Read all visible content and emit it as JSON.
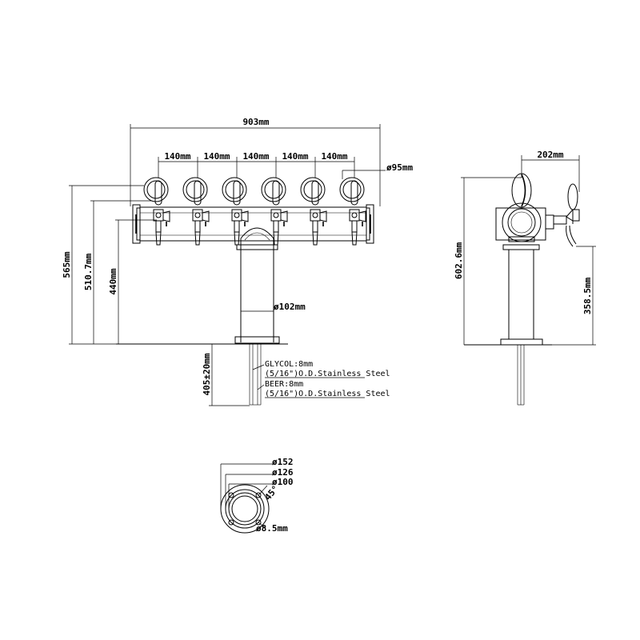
{
  "front_view": {
    "overall_width": "903mm",
    "tap_spacing": [
      "140mm",
      "140mm",
      "140mm",
      "140mm",
      "140mm"
    ],
    "flange_diameter": "ø95mm",
    "heights": [
      "565mm",
      "510.7mm",
      "440mm"
    ],
    "column_diameter": "ø102mm",
    "shank_length": "405±20mm",
    "tap_count": 6
  },
  "notes": {
    "glycol_line1": "GLYCOL:8mm",
    "glycol_line2": "(5/16\")O.D.Stainless Steel",
    "beer_line1": "BEER:8mm",
    "beer_line2": "(5/16\")O.D.Stainless Steel"
  },
  "side_view": {
    "depth": "202mm",
    "overall_height": "602.6mm",
    "spout_height": "358.5mm"
  },
  "base_view": {
    "outer_diameter": "ø152",
    "bolt_circle": "ø126",
    "inner_diameter": "ø100",
    "angle": "45°",
    "hole_diameter": "ø8.5mm"
  }
}
